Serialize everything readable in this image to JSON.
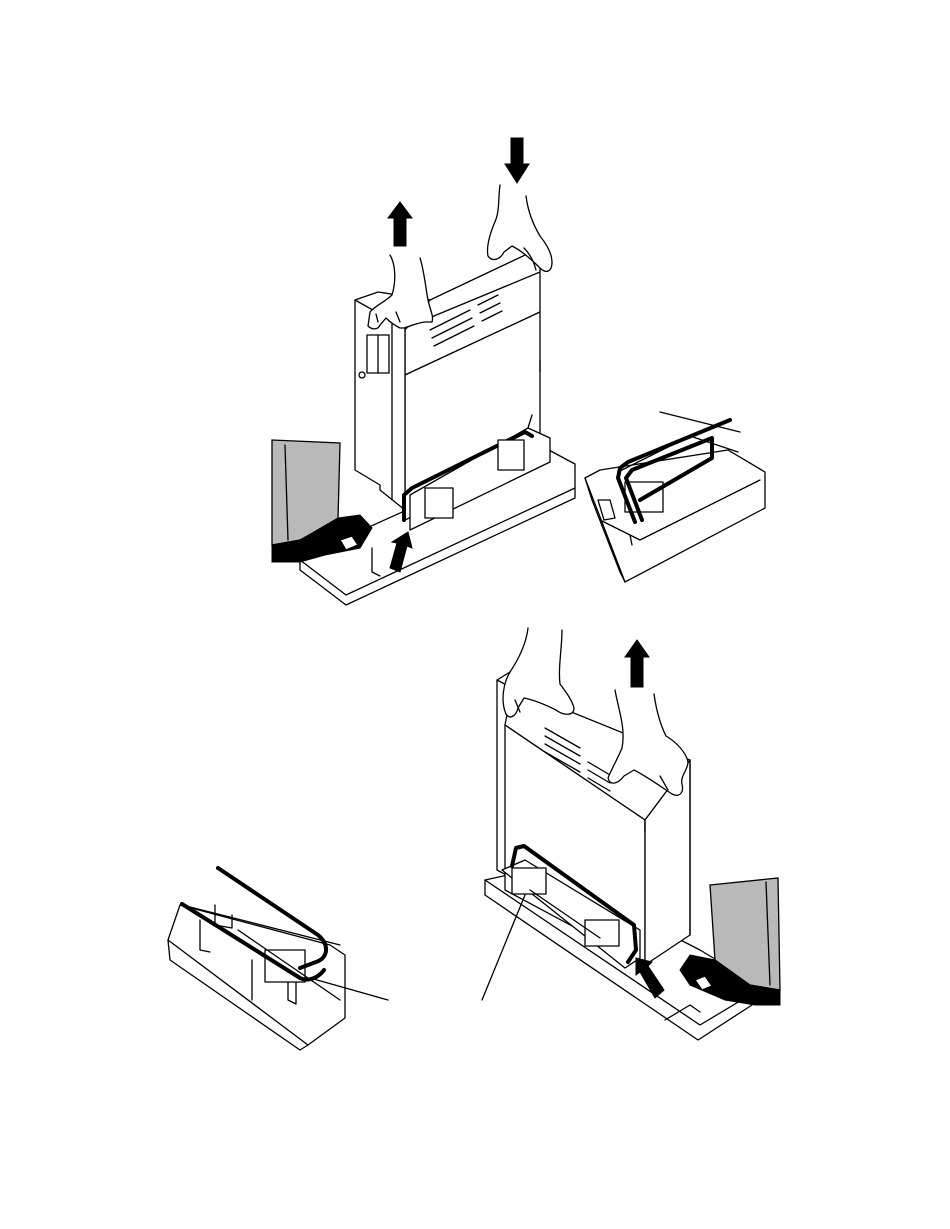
{
  "figure": {
    "panels": [
      {
        "name": "panel-top-left",
        "depicts": "unit-lift-with-foot-release"
      },
      {
        "name": "panel-top-right",
        "depicts": "latch-detail"
      },
      {
        "name": "panel-bottom-left",
        "depicts": "latch-detail"
      },
      {
        "name": "panel-bottom-right",
        "depicts": "unit-lift-with-foot-release"
      }
    ],
    "icons": [
      "arrow-up-icon",
      "arrow-down-icon",
      "hand-icon",
      "foot-icon",
      "arrow-diagonal-icon"
    ],
    "colors": {
      "line": "#000000",
      "fill": "#ffffff",
      "shading": "#b9b9b9"
    }
  }
}
